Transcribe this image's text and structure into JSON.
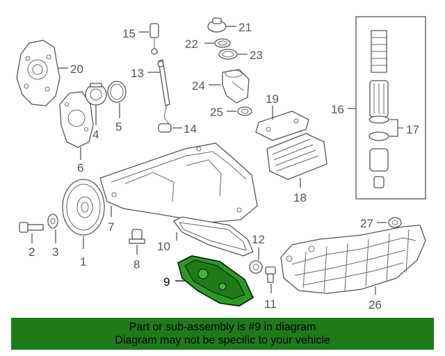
{
  "colors": {
    "highlight_part": "#2a9a22",
    "banner_background": "#1f7a1a",
    "line": "#555555"
  },
  "diagram": {
    "callouts": [
      {
        "id": "1",
        "label": "1"
      },
      {
        "id": "2",
        "label": "2"
      },
      {
        "id": "3",
        "label": "3"
      },
      {
        "id": "4",
        "label": "4"
      },
      {
        "id": "5",
        "label": "5"
      },
      {
        "id": "6",
        "label": "6"
      },
      {
        "id": "7",
        "label": "7"
      },
      {
        "id": "8",
        "label": "8"
      },
      {
        "id": "9",
        "label": "9"
      },
      {
        "id": "10",
        "label": "10"
      },
      {
        "id": "11",
        "label": "11"
      },
      {
        "id": "12",
        "label": "12"
      },
      {
        "id": "13",
        "label": "13"
      },
      {
        "id": "14",
        "label": "14"
      },
      {
        "id": "15",
        "label": "15"
      },
      {
        "id": "16",
        "label": "16"
      },
      {
        "id": "17",
        "label": "17"
      },
      {
        "id": "18",
        "label": "18"
      },
      {
        "id": "19",
        "label": "19"
      },
      {
        "id": "20",
        "label": "20"
      },
      {
        "id": "21",
        "label": "21"
      },
      {
        "id": "22",
        "label": "22"
      },
      {
        "id": "23",
        "label": "23"
      },
      {
        "id": "24",
        "label": "24"
      },
      {
        "id": "25",
        "label": "25"
      },
      {
        "id": "26",
        "label": "26"
      },
      {
        "id": "27",
        "label": "27"
      }
    ],
    "highlighted_callout": "9"
  },
  "banner": {
    "line1": "Part or sub-assembly is #9 in diagram",
    "line2": "Diagram may not be specific to your vehicle"
  }
}
